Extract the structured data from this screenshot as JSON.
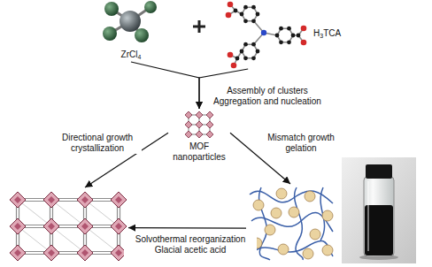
{
  "diagram": {
    "nodes": [
      {
        "text": [
          "ZrCl4"
        ]
      },
      {
        "text": [
          "H3TCA"
        ]
      },
      {
        "text": [
          "MOF nanoparticles"
        ]
      },
      {
        "text": []
      },
      {
        "text": []
      }
    ],
    "edges": [
      {
        "from": 0,
        "to": 2,
        "arrow": "to"
      },
      {
        "from": 1,
        "to": 2,
        "label": "Assembly of clusters Aggregation and nucleation",
        "arrow": "to"
      },
      {
        "from": 2,
        "to": 3,
        "label": "Directional growth crystallization",
        "arrow": "to"
      },
      {
        "from": 2,
        "to": 4,
        "label": "Mismatch growth gelation",
        "arrow": "to"
      },
      {
        "from": 4,
        "to": 3,
        "label": "Solvothermal reorganization Glacial acetic acid",
        "arrow": "to"
      }
    ]
  }
}
